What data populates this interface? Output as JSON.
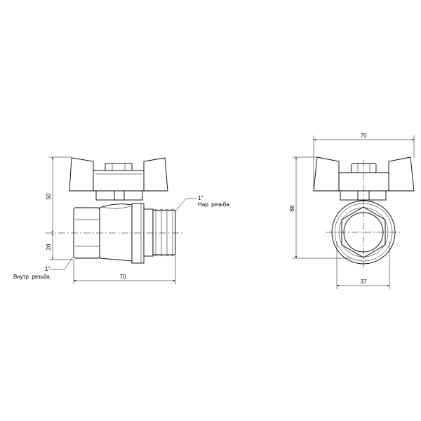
{
  "side_view": {
    "dim_height_upper": "50",
    "dim_height_lower": "20",
    "dim_length": "70",
    "female_thread_size": "1\"",
    "female_thread_label": "Внутр. резьба.",
    "male_thread_size": "1\"",
    "male_thread_label": "Нар. резьба."
  },
  "front_view": {
    "dim_handle_width": "70",
    "dim_total_height": "68",
    "dim_body_width": "37"
  }
}
